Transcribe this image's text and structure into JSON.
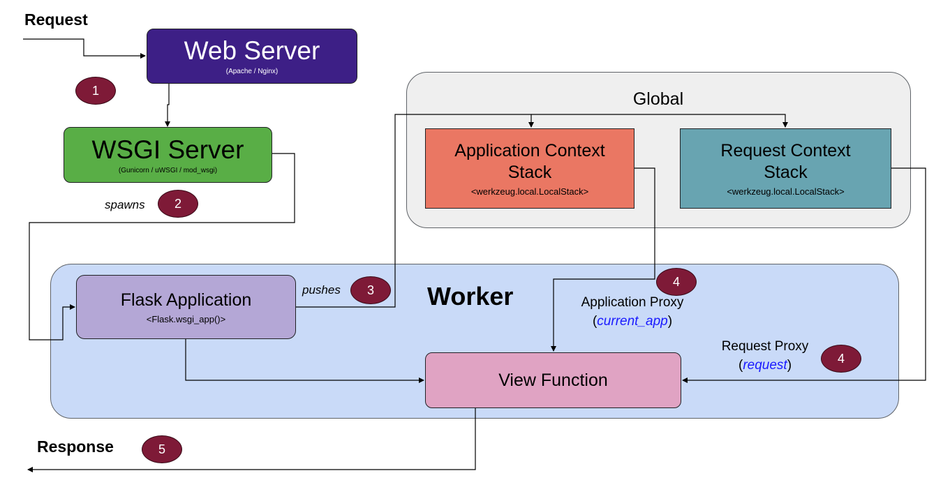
{
  "request_label": "Request",
  "response_label": "Response",
  "web_server": {
    "title": "Web Server",
    "subtitle": "(Apache / Nginx)"
  },
  "wsgi_server": {
    "title": "WSGI Server",
    "subtitle": "(Gunicorn / uWSGI / mod_wsgi)"
  },
  "global_region": {
    "title": "Global"
  },
  "app_context_stack": {
    "title_line1": "Application Context",
    "title_line2": "Stack",
    "subtitle": "<werkzeug.local.LocalStack>"
  },
  "request_context_stack": {
    "title_line1": "Request Context",
    "title_line2": "Stack",
    "subtitle": "<werkzeug.local.LocalStack>"
  },
  "worker_region": {
    "title": "Worker"
  },
  "flask_app": {
    "title": "Flask Application",
    "subtitle": "<Flask.wsgi_app()>"
  },
  "view_function": {
    "title": "View Function"
  },
  "edges": {
    "spawns": "spawns",
    "pushes": "pushes"
  },
  "app_proxy": {
    "label": "Application Proxy",
    "open": "(",
    "name": "current_app",
    "close": ")"
  },
  "req_proxy": {
    "label": "Request Proxy",
    "open": "(",
    "name": "request",
    "close": ")"
  },
  "badges": {
    "one": "1",
    "two": "2",
    "three": "3",
    "four_app": "4",
    "four_req": "4",
    "five": "5"
  },
  "colors": {
    "web_server": "#3d1f86",
    "wsgi_server": "#59ae46",
    "app_context": "#ea7763",
    "request_context": "#68a4b1",
    "flask_app": "#b4a7d6",
    "view_function": "#e0a3c3",
    "global_bg": "#efefef",
    "worker_bg": "#c9daf8",
    "badge": "#7e1a37",
    "proxy_name": "#1a1aff"
  }
}
